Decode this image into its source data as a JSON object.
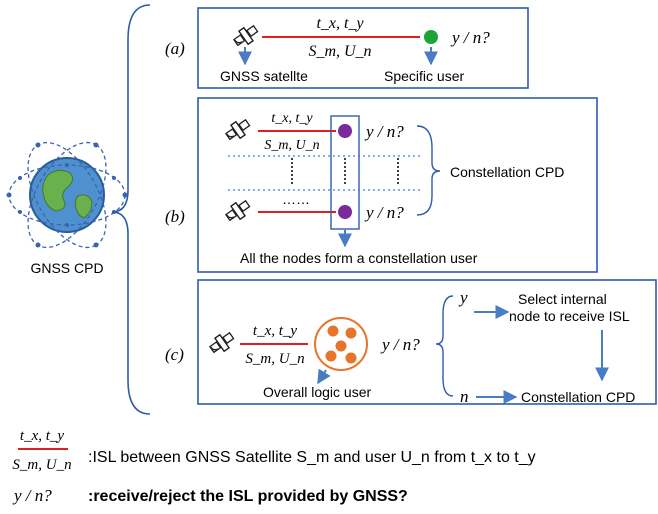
{
  "left_icon": {
    "caption": "GNSS CPD"
  },
  "panel_a": {
    "tag": "(a)",
    "link_top": "t_x, t_y",
    "link_bottom": "S_m, U_n",
    "query": "y / n?",
    "satellite_label": "GNSS satellte",
    "user_label": "Specific user"
  },
  "panel_b": {
    "tag": "(b)",
    "link_top": "t_x, t_y",
    "link_bottom": "S_m, U_n",
    "query": "y / n?",
    "brace_label": "Constellation CPD",
    "bottom_label": "All the nodes form a constellation user"
  },
  "panel_c": {
    "tag": "(c)",
    "link_top": "t_x, t_y",
    "link_bottom": "S_m, U_n",
    "query": "y / n?",
    "user_label": "Overall logic user",
    "branch_y": "y",
    "branch_n": "n",
    "select_line1": "Select  internal",
    "select_line2": "node to receive ISL",
    "result": "Constellation CPD"
  },
  "legend": {
    "frac_top": "t_x, t_y",
    "frac_bottom": "S_m, U_n",
    "isl_text": ":ISL between GNSS Satellite S_m and user U_n from t_x to t_y",
    "query": "y / n?",
    "query_text": ":receive/reject the ISL provided by GNSS?"
  },
  "colors": {
    "panel_border": "#2e5da8",
    "arrow": "#4a7cc4",
    "link": "#e02020",
    "user_green": "#19a538",
    "user_purple": "#7a2a9a",
    "logic_user": "#e8742a",
    "earth": "#4f90cf"
  }
}
